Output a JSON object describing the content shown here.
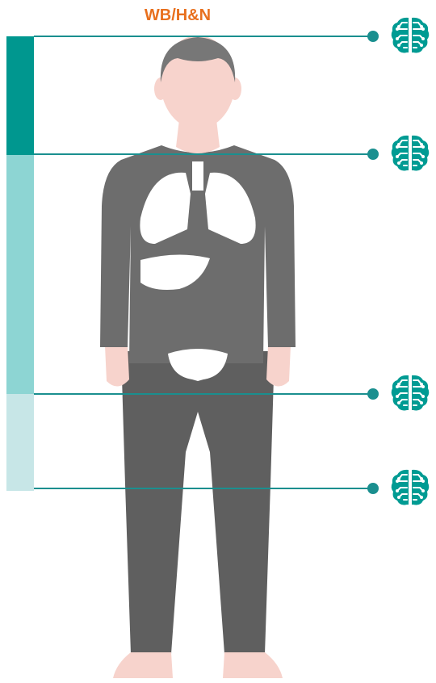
{
  "title": "WB/H&N",
  "colors": {
    "title": "#e8701e",
    "teal_dark": "#00978f",
    "teal_mid": "#8dd5d3",
    "teal_light": "#c7e6e7",
    "line": "#1a8f8f",
    "icon": "#009b93",
    "skin": "#f7d3cc",
    "shirt": "#6d6d6d",
    "pants": "#5f5f5f",
    "hair": "#777777",
    "organ": "#ffffff"
  },
  "segments": [
    {
      "name": "head-neck",
      "color": "#00978f"
    },
    {
      "name": "torso",
      "color": "#8dd5d3"
    },
    {
      "name": "pelvis",
      "color": "#c7e6e7"
    }
  ],
  "markers": [
    {
      "name": "top",
      "icon": "brain-circuit-icon"
    },
    {
      "name": "neck",
      "icon": "brain-circuit-icon"
    },
    {
      "name": "hip",
      "icon": "brain-circuit-icon"
    },
    {
      "name": "thigh",
      "icon": "brain-circuit-icon"
    }
  ]
}
